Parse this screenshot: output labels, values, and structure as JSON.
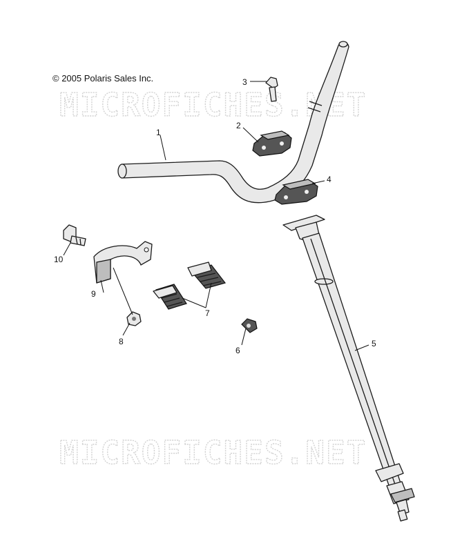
{
  "copyright": "© 2005 Polaris Sales Inc.",
  "watermark": "MICROFICHES.NET",
  "callouts": {
    "p1": "1",
    "p2": "2",
    "p3": "3",
    "p4": "4",
    "p5": "5",
    "p6": "6",
    "p7": "7",
    "p8": "8",
    "p9": "9",
    "p10": "10"
  }
}
